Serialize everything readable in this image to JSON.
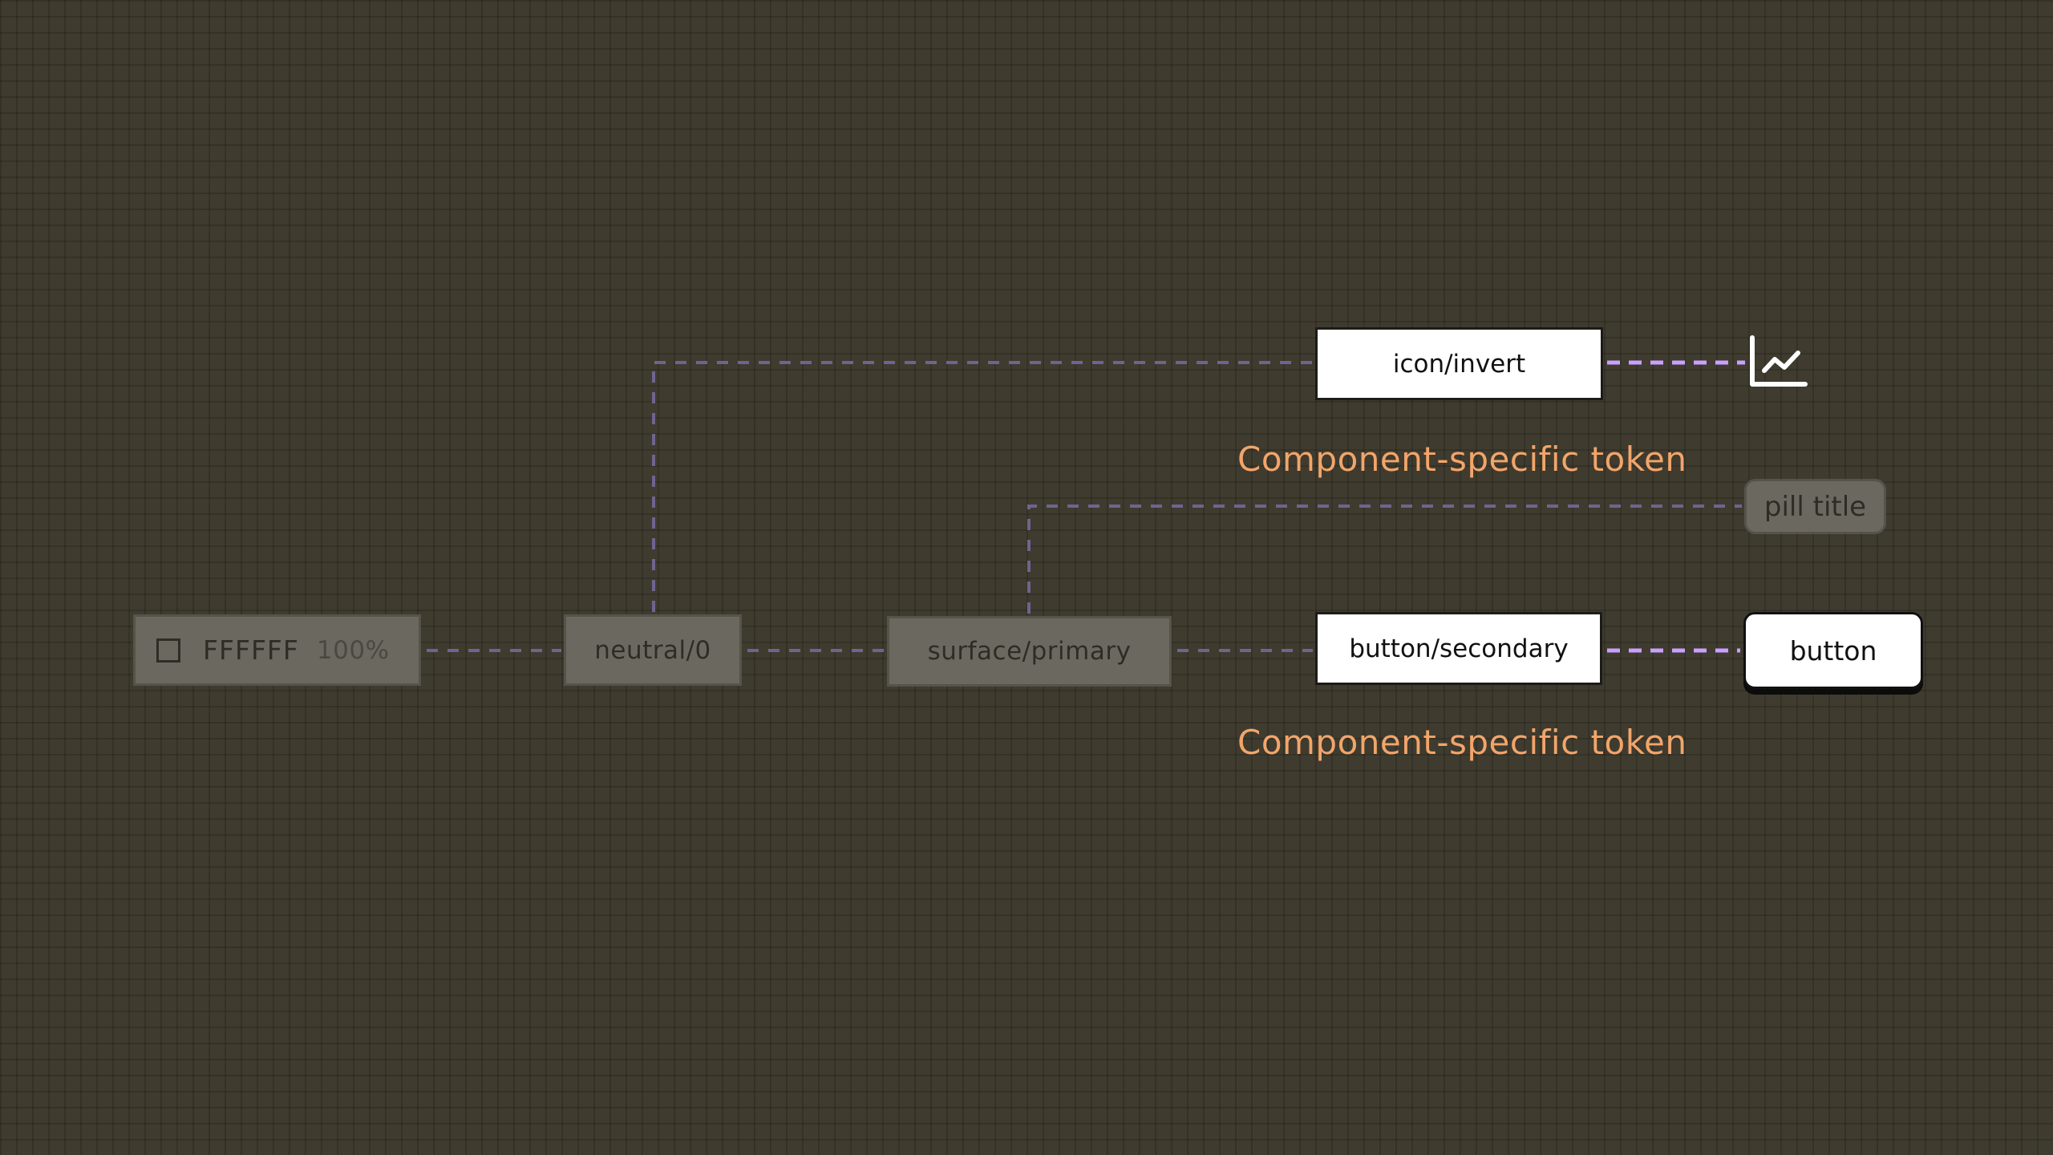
{
  "nodes": {
    "hex": {
      "value": "FFFFFF",
      "opacity": "100%"
    },
    "neutral": {
      "label": "neutral/0"
    },
    "surface": {
      "label": "surface/primary"
    },
    "icon_invert": {
      "label": "icon/invert"
    },
    "button_secondary": {
      "label": "button/secondary"
    }
  },
  "previews": {
    "pill": {
      "label": "pill title"
    },
    "button": {
      "label": "button"
    },
    "chart_icon": {
      "icon": "line-chart-icon"
    }
  },
  "annotations": {
    "top": "Component-specific token",
    "bottom": "Component-specific token"
  },
  "colors": {
    "background": "#3f3b2f",
    "connector_muted": "#6f6490",
    "connector_accent": "#c9a0ff",
    "annotation": "#f2a56a"
  }
}
